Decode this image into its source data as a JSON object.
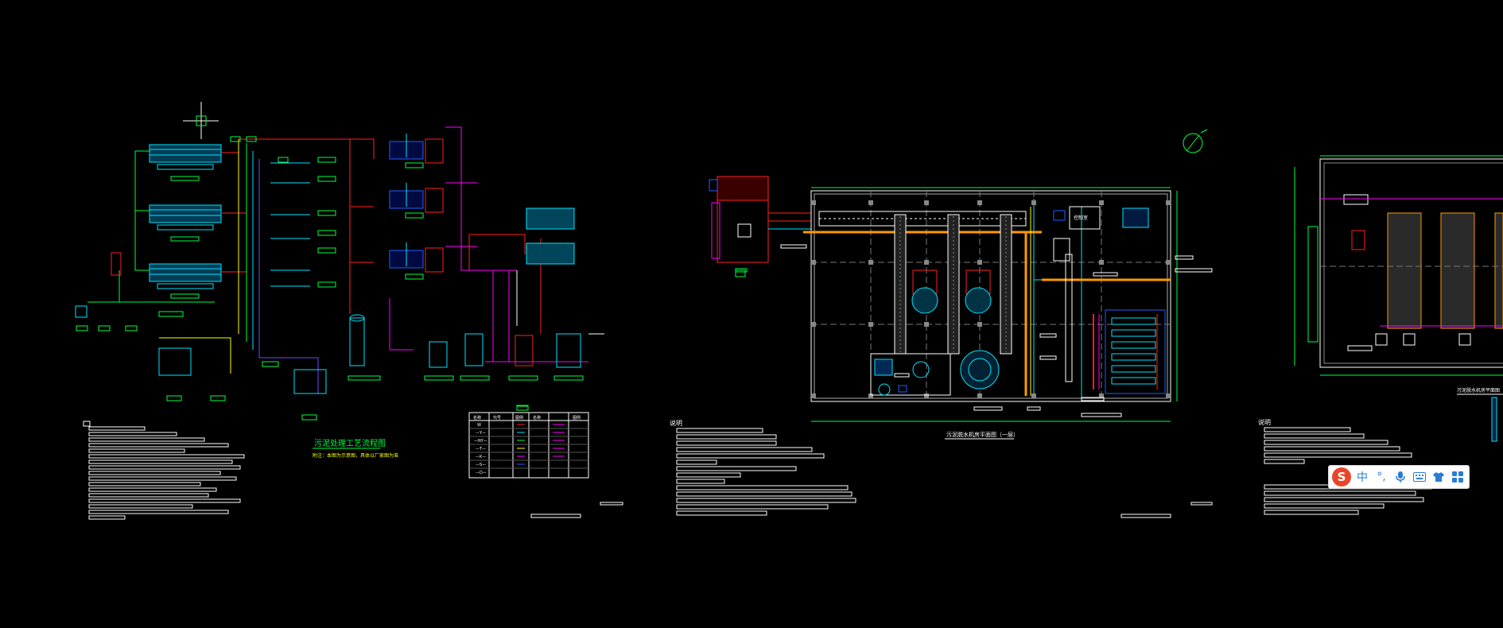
{
  "sheet1": {
    "title": "污泥处理工艺流程图",
    "subtitle": "附注：本图为示意图，具体以厂家图为准",
    "legend": {
      "headers": [
        "名称",
        "代号",
        "图例",
        "名称",
        "图例"
      ],
      "codes": [
        "W",
        "—Y—",
        "—NY—",
        "—T—",
        "—K—",
        "—S—",
        "—D—"
      ]
    }
  },
  "sheet2": {
    "notes_label": "说明",
    "title": "污泥脱水机房平面图（一层）",
    "room_label": "控制室"
  },
  "sheet3": {
    "notes_label": "说明",
    "title": "污泥脱水机房平面图"
  },
  "ime_toolbar": {
    "logo": "S",
    "mode": "中",
    "punct": "°,",
    "icons": [
      "microphone-icon",
      "keyboard-icon",
      "shirt-icon",
      "grid-icon"
    ]
  },
  "colors": {
    "background": "#000000",
    "cyan": "#00e5ff",
    "red": "#ff2020",
    "green": "#00ff40",
    "magenta": "#ff00ff",
    "yellow": "#ffff00",
    "orange": "#ff9900",
    "blue": "#2060ff",
    "white": "#ffffff",
    "ime_accent": "#2a7cd3",
    "ime_logo": "#e8462a"
  }
}
